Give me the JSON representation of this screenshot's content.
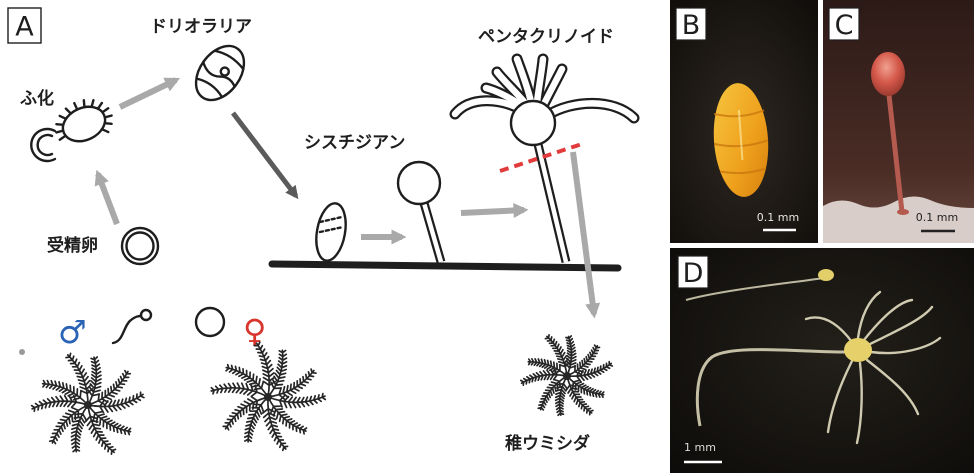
{
  "figure": {
    "panel_labels": {
      "a": "A",
      "b": "B",
      "c": "C",
      "d": "D"
    },
    "stages": {
      "hatching": "ふ化",
      "doliolaria": "ドリオラリア",
      "cystidean": "シスチジアン",
      "pentacrinoid": "ペンタクリノイド",
      "fertilized_egg": "受精卵",
      "juvenile": "稚ウミシダ"
    },
    "sex_symbols": {
      "male": "♂",
      "female": "♀"
    },
    "scale_bars": {
      "b": "0.1 mm",
      "c": "0.1 mm",
      "d": "1 mm"
    }
  },
  "colors": {
    "male": "#2a62b5",
    "female": "#d8352c",
    "arrow_gray": "#a9a9a9",
    "arrow_dark": "#5b5b5b",
    "cut_line": "#e23b3b"
  }
}
